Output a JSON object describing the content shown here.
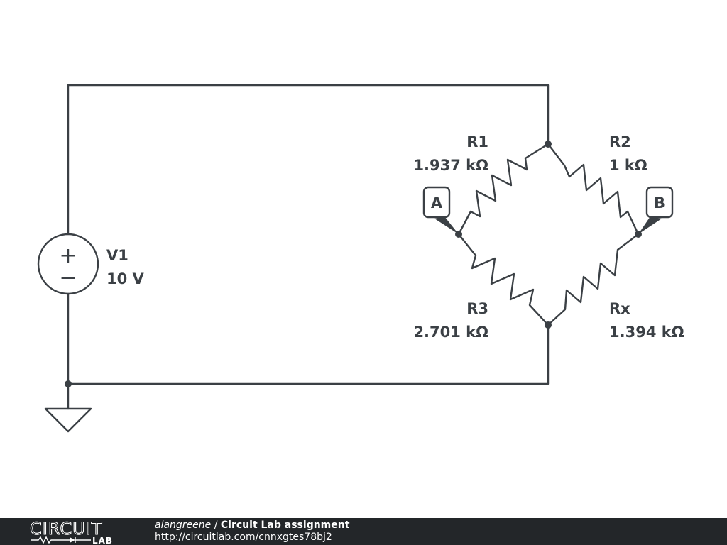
{
  "circuit": {
    "source": {
      "name": "V1",
      "value": "10 V",
      "plus_symbol": "+",
      "minus_symbol": "−"
    },
    "resistors": [
      {
        "id": "r1",
        "name": "R1",
        "value": "1.937 kΩ"
      },
      {
        "id": "r2",
        "name": "R2",
        "value": "1 kΩ"
      },
      {
        "id": "r3",
        "name": "R3",
        "value": "2.701 kΩ"
      },
      {
        "id": "rx",
        "name": "Rx",
        "value": "1.394 kΩ"
      }
    ],
    "probes": [
      {
        "id": "a",
        "label": "A"
      },
      {
        "id": "b",
        "label": "B"
      }
    ]
  },
  "footer": {
    "logo_top": "CIRCUIT",
    "logo_bottom": "LAB",
    "author": "alangreene",
    "separator": " / ",
    "title": "Circuit Lab assignment",
    "url": "http://circuitlab.com/cnnxgtes78bj2"
  },
  "colors": {
    "stroke": "#3b4045",
    "footer_bg": "#232629",
    "background": "#ffffff"
  }
}
